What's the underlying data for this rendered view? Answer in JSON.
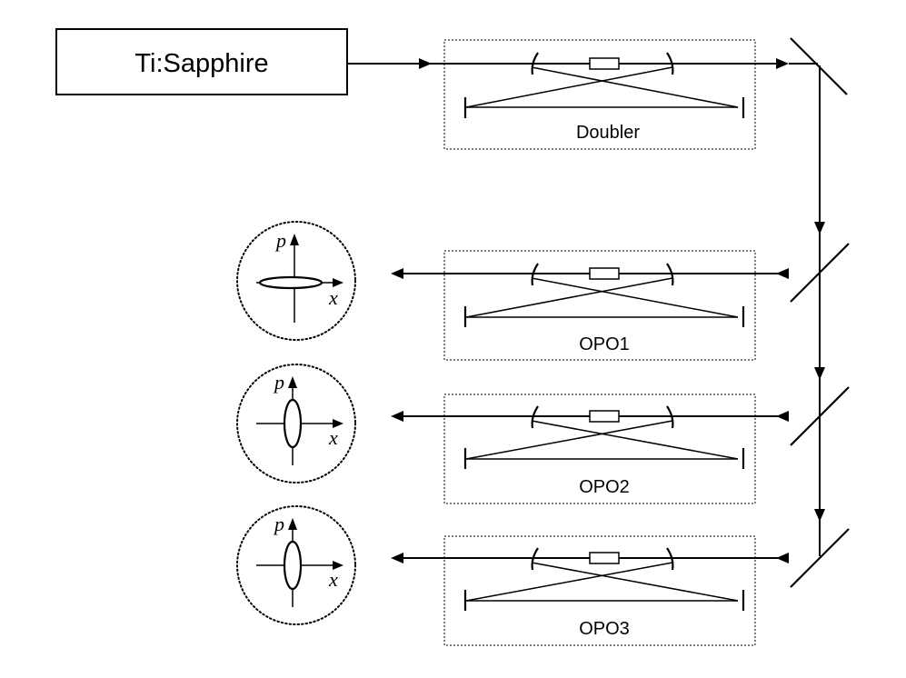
{
  "laser": {
    "label": "Ti:Sapphire"
  },
  "cavities": [
    {
      "id": "doubler",
      "label": "Doubler"
    },
    {
      "id": "opo1",
      "label": "OPO1"
    },
    {
      "id": "opo2",
      "label": "OPO2"
    },
    {
      "id": "opo3",
      "label": "OPO3"
    }
  ],
  "phase_space": {
    "x_axis": "x",
    "p_axis": "p",
    "states": [
      {
        "cavity": "OPO1",
        "ellipse": "horizontal"
      },
      {
        "cavity": "OPO2",
        "ellipse": "vertical"
      },
      {
        "cavity": "OPO3",
        "ellipse": "vertical"
      }
    ]
  }
}
